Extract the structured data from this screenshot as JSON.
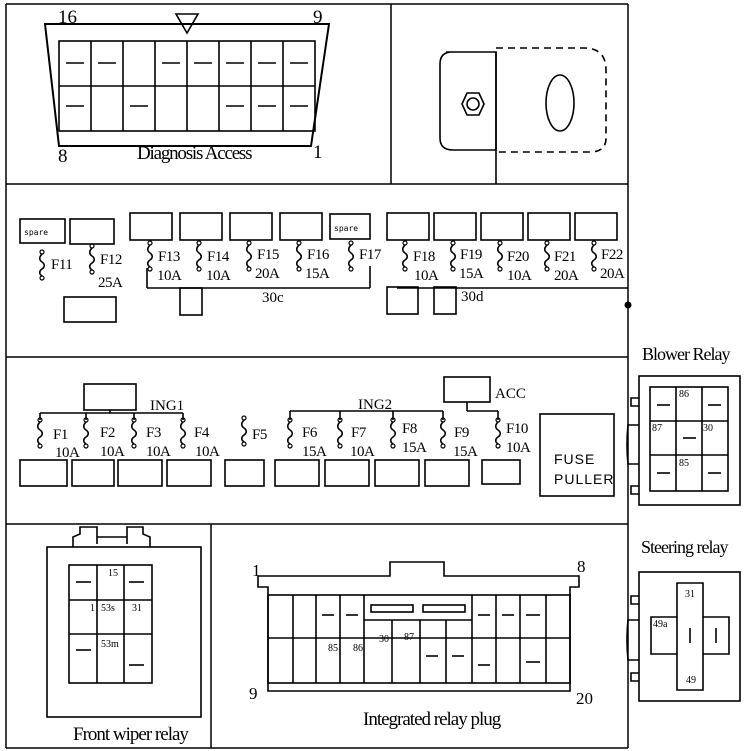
{
  "diagnosis": {
    "title": "Diagnosis Access",
    "pin_top_left": "16",
    "pin_top_right": "9",
    "pin_bottom_left": "8",
    "pin_bottom_right": "1"
  },
  "upper_fuses": [
    {
      "id": "F11",
      "rating": "",
      "slot": "spare"
    },
    {
      "id": "F12",
      "rating": "25A",
      "slot": ""
    },
    {
      "id": "F13",
      "rating": "10A",
      "slot": ""
    },
    {
      "id": "F14",
      "rating": "10A",
      "slot": ""
    },
    {
      "id": "F15",
      "rating": "20A",
      "slot": ""
    },
    {
      "id": "F16",
      "rating": "15A",
      "slot": ""
    },
    {
      "id": "F17",
      "rating": "",
      "slot": "spare"
    },
    {
      "id": "F18",
      "rating": "10A",
      "slot": ""
    },
    {
      "id": "F19",
      "rating": "15A",
      "slot": ""
    },
    {
      "id": "F20",
      "rating": "10A",
      "slot": ""
    },
    {
      "id": "F21",
      "rating": "20A",
      "slot": ""
    },
    {
      "id": "F22",
      "rating": "20A",
      "slot": ""
    }
  ],
  "upper_bus_labels": {
    "left": "30c",
    "right": "30d"
  },
  "lower_fuses": [
    {
      "id": "F1",
      "rating": "10A"
    },
    {
      "id": "F2",
      "rating": "10A"
    },
    {
      "id": "F3",
      "rating": "10A"
    },
    {
      "id": "F4",
      "rating": "10A"
    },
    {
      "id": "F5",
      "rating": ""
    },
    {
      "id": "F6",
      "rating": "15A"
    },
    {
      "id": "F7",
      "rating": "10A"
    },
    {
      "id": "F8",
      "rating": "15A"
    },
    {
      "id": "F9",
      "rating": "15A"
    },
    {
      "id": "F10",
      "rating": "10A"
    }
  ],
  "lower_bus_labels": {
    "ign1": "ING1",
    "ign2": "ING2",
    "acc": "ACC"
  },
  "fuse_puller": {
    "line1": "FUSE",
    "line2": "PULLER"
  },
  "blower_relay": {
    "title": "Blower Relay",
    "pins": [
      "86",
      "87",
      "30",
      "85"
    ]
  },
  "steering_relay": {
    "title": "Steering relay",
    "pins": [
      "31",
      "49a",
      "49"
    ]
  },
  "front_wiper_relay": {
    "title": "Front wiper relay",
    "pins": [
      "15",
      "53s",
      "31",
      "53m"
    ]
  },
  "integrated_plug": {
    "title": "Integrated relay plug",
    "pin_top_left": "1",
    "pin_top_right": "8",
    "pin_bottom_left": "9",
    "pin_bottom_right": "20",
    "pins": [
      "30",
      "87",
      "85",
      "86"
    ]
  }
}
